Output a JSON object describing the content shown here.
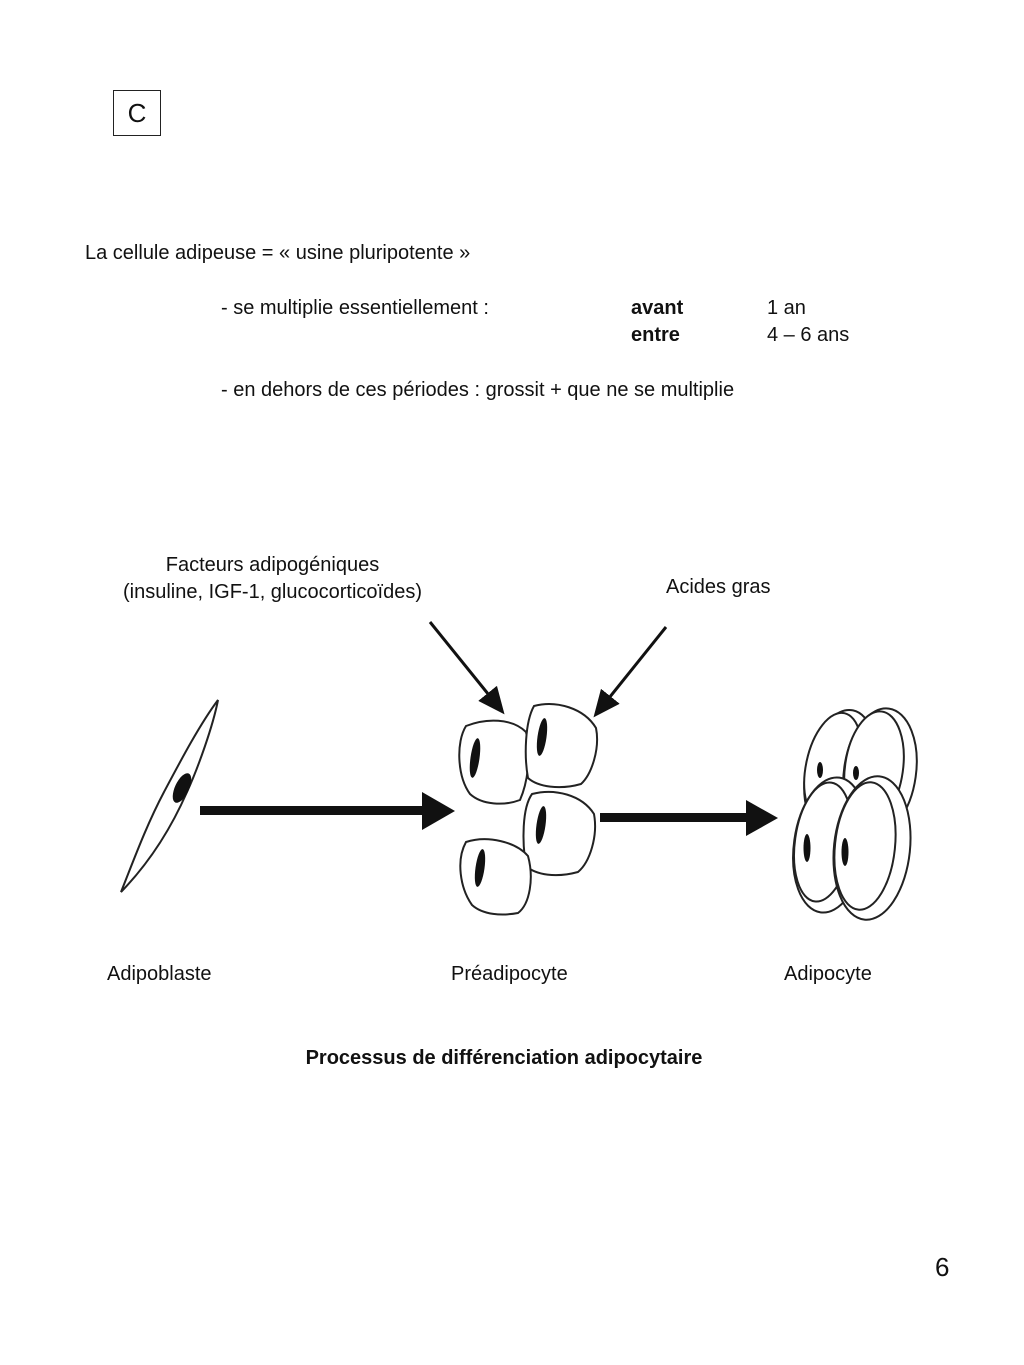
{
  "section_label": "C",
  "intro": "La cellule adipeuse = « usine pluripotente »",
  "multiplication": {
    "label": "- se multiplie essentiellement :",
    "periods": [
      {
        "qualifier": "avant",
        "age": "1 an"
      },
      {
        "qualifier": "entre",
        "age": "4 – 6 ans"
      }
    ]
  },
  "outside_periods": "- en dehors de ces périodes : grossit + que ne se multiplie",
  "diagram": {
    "factors_line1": "Facteurs adipogéniques",
    "factors_line2": "(insuline, IGF-1, glucocorticoïdes)",
    "fatty_acids": "Acides gras",
    "stages": [
      "Adipoblaste",
      "Préadipocyte",
      "Adipocyte"
    ],
    "caption": "Processus de différenciation adipocytaire"
  },
  "page_number": "6"
}
